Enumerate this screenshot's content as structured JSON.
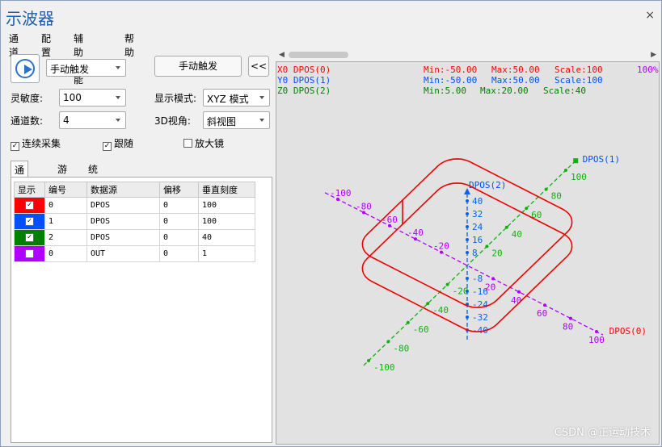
{
  "window": {
    "title": "示波器",
    "close_glyph": "×"
  },
  "menu": [
    "通道",
    "配置",
    "辅助功能",
    "帮助"
  ],
  "controls": {
    "trigger_mode": "手动触发",
    "trigger_button": "手动触发",
    "collapse_button": "<<",
    "sensitivity_label": "灵敏度:",
    "sensitivity_value": "100",
    "display_mode_label": "显示模式:",
    "display_mode_value": "XYZ 模式",
    "channels_label": "通道数:",
    "channels_value": "4",
    "view3d_label": "3D视角:",
    "view3d_value": "斜视图",
    "continuous": {
      "label": "连续采集",
      "checked": true
    },
    "follow": {
      "label": "跟随",
      "checked": true
    },
    "magnifier": {
      "label": "放大镜",
      "checked": false
    }
  },
  "tabs": [
    "通道号",
    "游标",
    "统计"
  ],
  "table": {
    "headers": [
      "显示",
      "编号",
      "数据源",
      "偏移",
      "垂直刻度"
    ],
    "rows": [
      {
        "color": "#ff0000",
        "checked": true,
        "id": "0",
        "source": "DPOS",
        "offset": "0",
        "scale": "100"
      },
      {
        "color": "#0050ff",
        "checked": true,
        "id": "1",
        "source": "DPOS",
        "offset": "0",
        "scale": "100"
      },
      {
        "color": "#008000",
        "checked": true,
        "id": "2",
        "source": "DPOS",
        "offset": "0",
        "scale": "40"
      },
      {
        "color": "#b000ff",
        "checked": false,
        "id": "0",
        "source": "OUT",
        "offset": "0",
        "scale": "1"
      }
    ]
  },
  "plot_header": {
    "x": {
      "name": "X0 DPOS(0)",
      "min": "Min:-50.00",
      "max": "Max:50.00",
      "scale": "Scale:100",
      "color": "#ff0000"
    },
    "y": {
      "name": "Y0 DPOS(1)",
      "min": "Min:-50.00",
      "max": "Max:50.00",
      "scale": "Scale:100",
      "color": "#0050ff"
    },
    "z": {
      "name": "Z0 DPOS(2)",
      "min": "Min:5.00",
      "max": "Max:20.00",
      "scale": "Scale:40",
      "color": "#008000"
    },
    "zoom": "100%"
  },
  "axes": {
    "x_name": "DPOS(0)",
    "y_name": "DPOS(1)",
    "z_name": "DPOS(2)",
    "x_ticks": [
      "-100",
      "-80",
      "-60",
      "-40",
      "-20",
      "20",
      "40",
      "60",
      "80",
      "100"
    ],
    "y_ticks": [
      "-100",
      "-80",
      "-60",
      "-40",
      "-20",
      "20",
      "40",
      "60",
      "80",
      "100"
    ],
    "z_ticks": [
      "40",
      "32",
      "24",
      "16",
      "8",
      "-8",
      "-16",
      "-24",
      "-32",
      "-40"
    ]
  },
  "chart_data": {
    "type": "line",
    "title": "",
    "series": [
      {
        "name": "DPOS(0)",
        "color": "#ff0000"
      },
      {
        "name": "DPOS(1)",
        "color": "#0050ff"
      },
      {
        "name": "DPOS(2)",
        "color": "#008000"
      }
    ],
    "x_range": [
      -50,
      50
    ],
    "y_range": [
      -50,
      50
    ],
    "z_range": [
      5,
      20
    ]
  },
  "watermark": "CSDN @正运动技术"
}
